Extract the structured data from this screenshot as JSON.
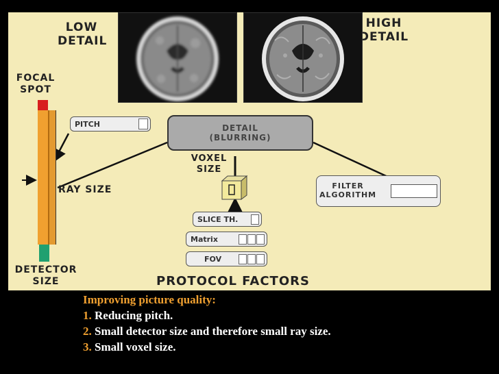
{
  "diagram": {
    "low_detail": "LOW\nDETAIL",
    "high_detail": "HIGH\nDETAIL",
    "focal_spot": "FOCAL\nSPOT",
    "detector_size": "DETECTOR\nSIZE",
    "ray_size": "RAY SIZE",
    "pitch": "PITCH",
    "detail_box": "DETAIL\n(BLURRING)",
    "voxel_size": "VOXEL\nSIZE",
    "filter_algorithm": "FILTER\nALGORITHM",
    "slice_thickness": "SLICE TH.",
    "matrix": "Matrix",
    "fov": "FOV",
    "protocol_factors": "PROTOCOL FACTORS"
  },
  "caption": {
    "title": "Improving picture quality:",
    "items": [
      {
        "num": "1.",
        "text": "Reducing pitch."
      },
      {
        "num": "2.",
        "text": "Small detector size and therefore small ray size."
      },
      {
        "num": "3.",
        "text": "Small voxel size."
      }
    ]
  },
  "colors": {
    "background": "#000000",
    "panel": "#f4ebb8",
    "beam": "#f0a030",
    "focal_spot": "#d81e1e",
    "detector": "#20a070",
    "caption_accent": "#f0a030"
  }
}
